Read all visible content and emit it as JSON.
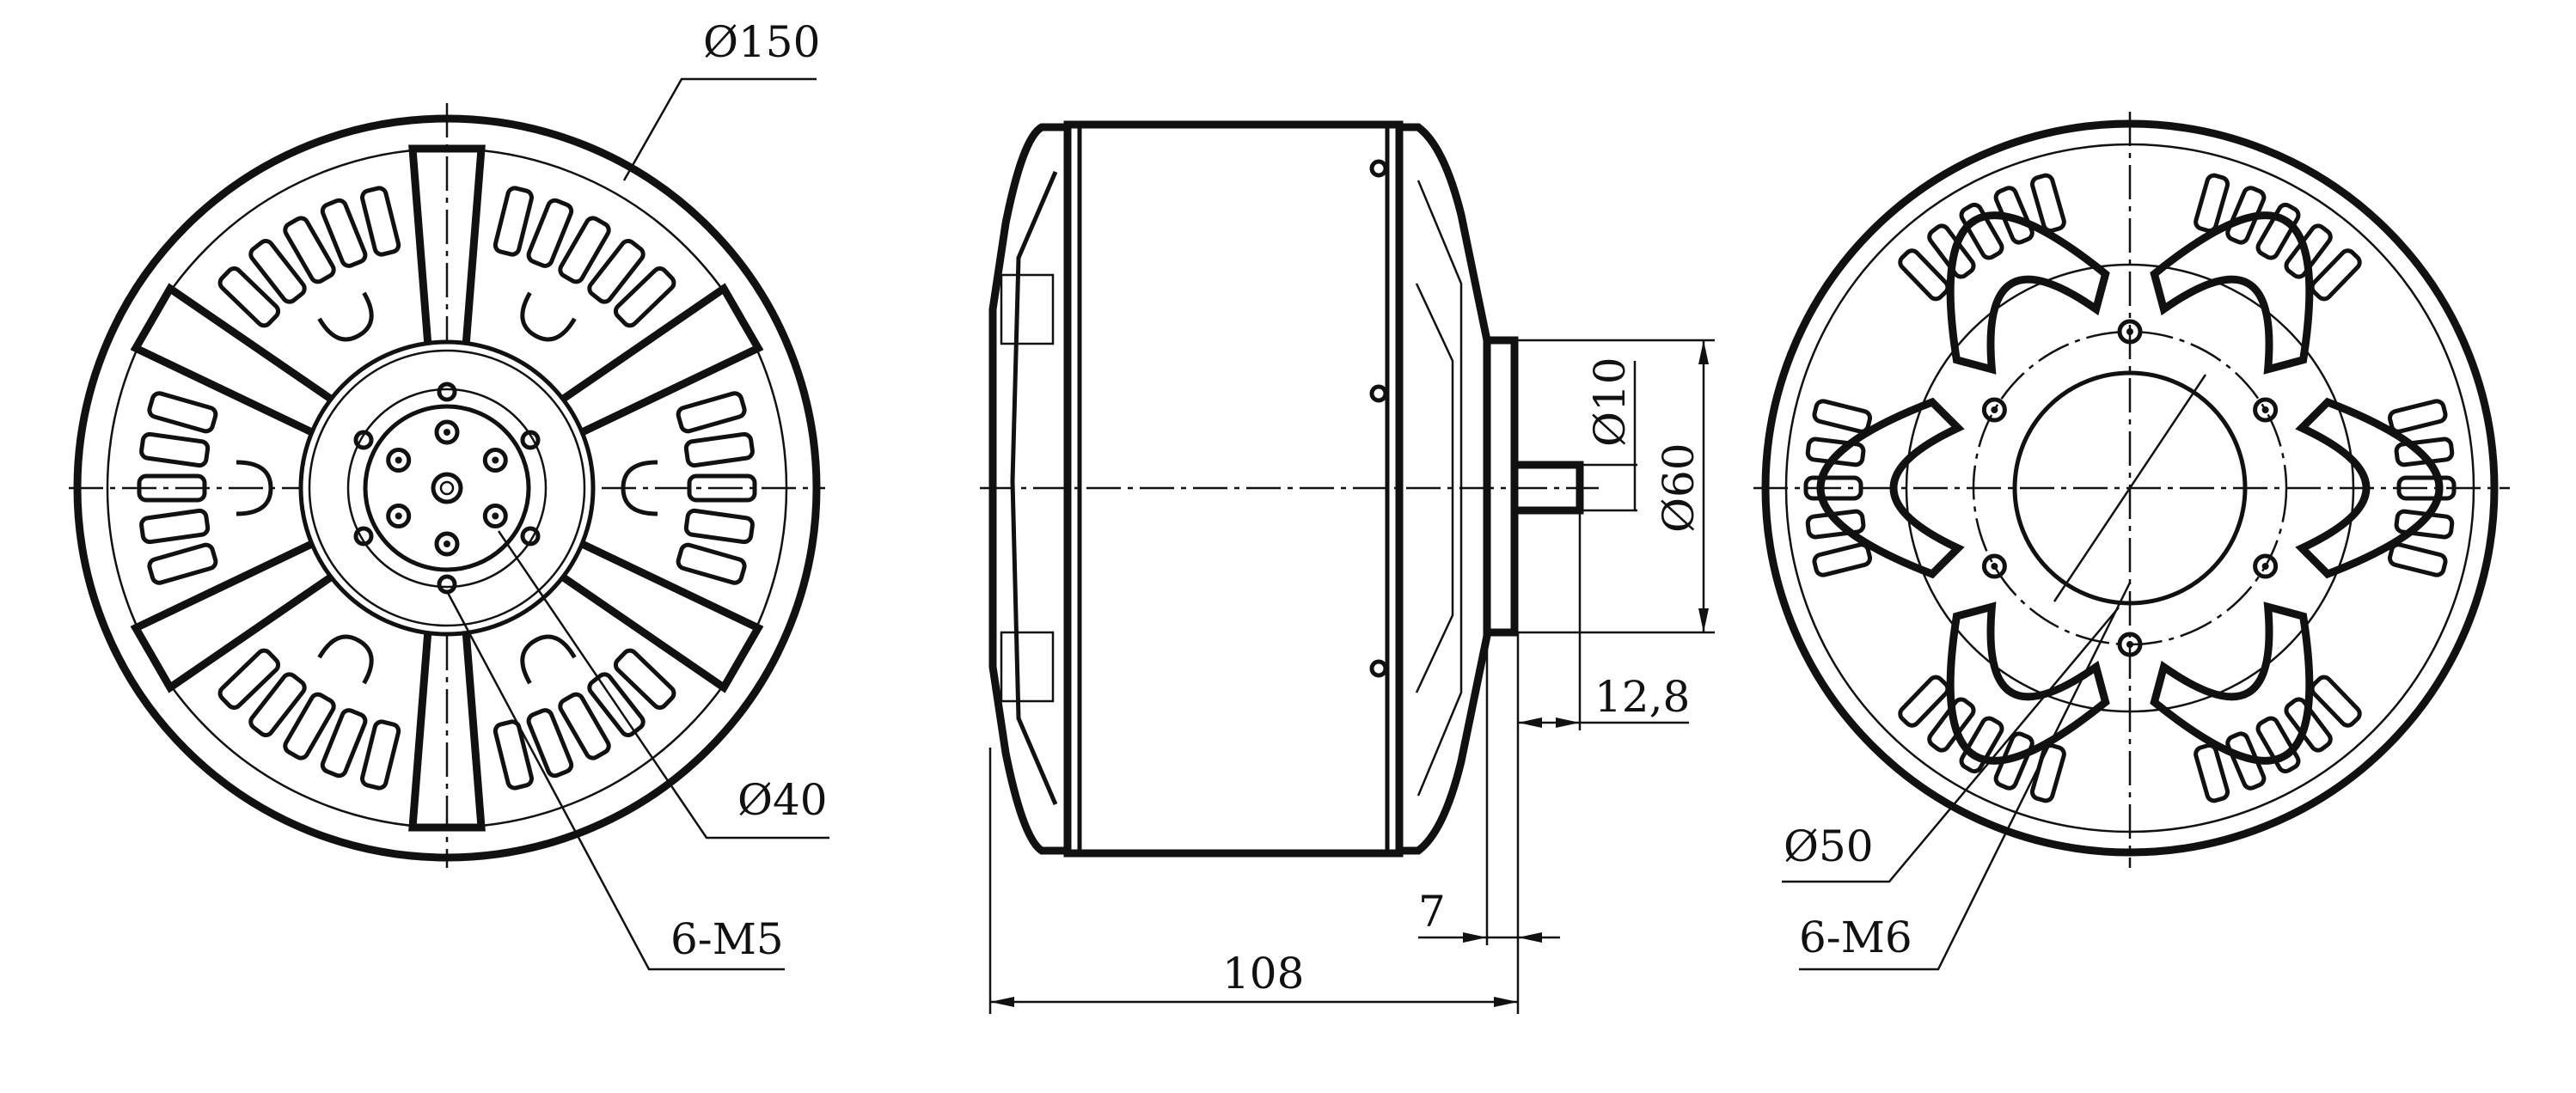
{
  "drawing": {
    "front_view": {
      "labels": {
        "outer_diameter": "Ø150",
        "hub_diameter": "Ø40",
        "hub_holes": "6-M5"
      },
      "spoke_count": 6,
      "hole_count": 6
    },
    "side_view": {
      "labels": {
        "shaft_diameter": "Ø10",
        "flange_diameter": "Ø60",
        "shaft_length": "12,8",
        "flange_thickness": "7",
        "overall_length": "108"
      }
    },
    "rear_view": {
      "labels": {
        "bolt_circle_diameter": "Ø50",
        "mount_holes": "6-M6"
      },
      "spoke_count": 6,
      "hole_count": 6
    },
    "colors": {
      "line": "#111111",
      "background": "#ffffff"
    }
  }
}
